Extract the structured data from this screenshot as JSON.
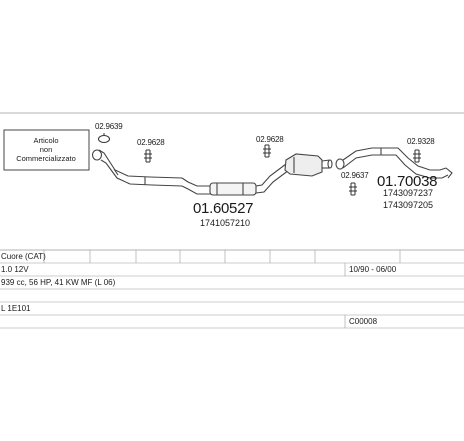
{
  "notice": {
    "line1": "Articolo",
    "line2": "non",
    "line3": "Commercializzato"
  },
  "part_codes": {
    "clamp_1": "02.9639",
    "clamp_2": "02.9628",
    "clamp_3": "02.9628",
    "clamp_4": "02.9637",
    "clamp_5": "02.9328"
  },
  "assemblies": {
    "middle_main": "01.60527",
    "middle_oem": "1741057210",
    "rear_main": "01.70038",
    "rear_oem_1": "1743097237",
    "rear_oem_2": "1743097205"
  },
  "vehicle": {
    "model": "Cuore (CAT)",
    "engine": "1.0 12V",
    "production": "10/90 - 06/00",
    "spec": "939 cc, 56 HP, 41 KW MF (L 06)",
    "type": "L 1E101",
    "catalog_code": "C00008"
  },
  "colors": {
    "line": "#444444",
    "grid": "#9a9a9a",
    "text": "#1a1a1a"
  }
}
